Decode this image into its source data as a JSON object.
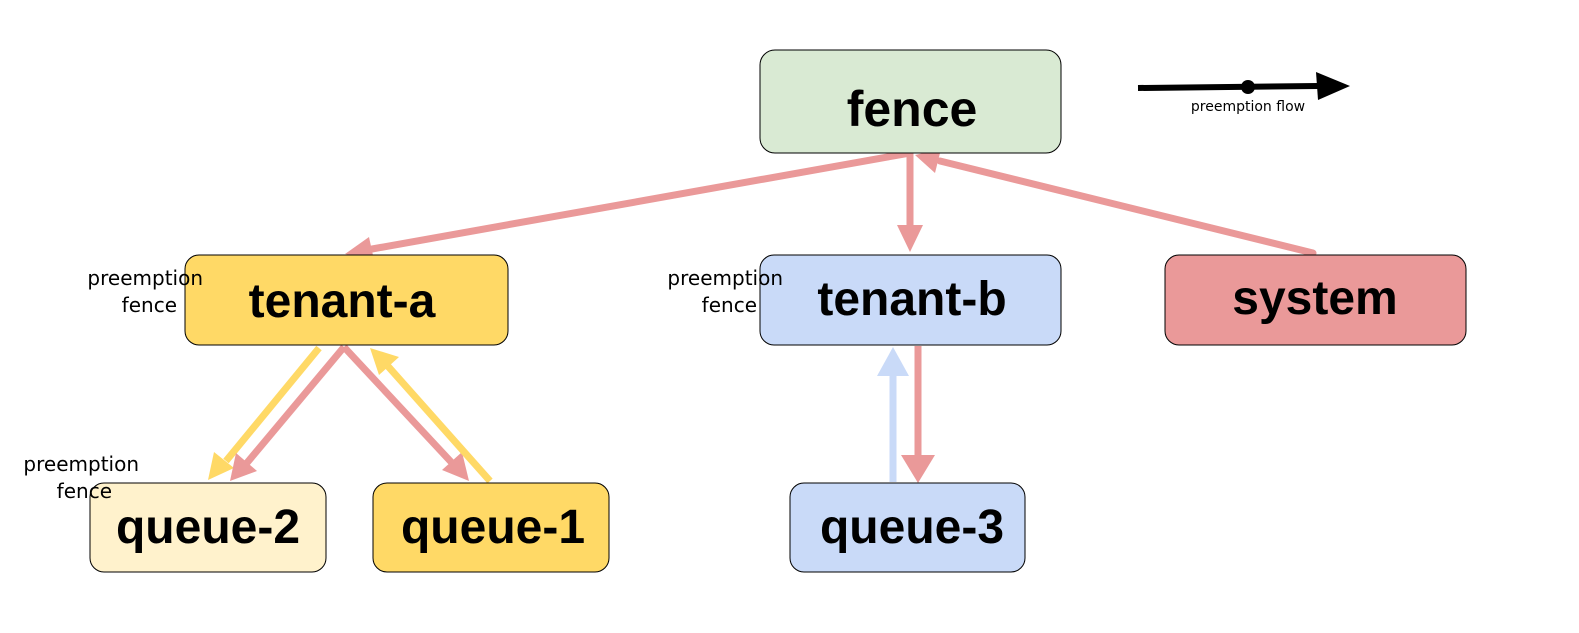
{
  "nodes": {
    "fence": {
      "label": "fence",
      "fill": "#D9EAD3"
    },
    "tenant_a": {
      "label": "tenant-a",
      "fill": "#FFD966"
    },
    "tenant_b": {
      "label": "tenant-b",
      "fill": "#C9DAF8"
    },
    "system": {
      "label": "system",
      "fill": "#EA9999"
    },
    "queue_2": {
      "label": "queue-2",
      "fill": "#FFF2CC"
    },
    "queue_1": {
      "label": "queue-1",
      "fill": "#FFD966"
    },
    "queue_3": {
      "label": "queue-3",
      "fill": "#C9DAF8"
    }
  },
  "fence_notes": {
    "tenant_a": {
      "line1": "preemption",
      "line2": "fence"
    },
    "tenant_b": {
      "line1": "preemption",
      "line2": "fence"
    },
    "queue_2": {
      "line1": "preemption",
      "line2": "fence"
    }
  },
  "legend": {
    "label": "preemption flow",
    "color": "#000000"
  },
  "colors": {
    "red_arrow": "#EA9999",
    "yellow_arrow": "#FFD966",
    "blue_arrow": "#C9DAF8",
    "border": "#000000"
  }
}
